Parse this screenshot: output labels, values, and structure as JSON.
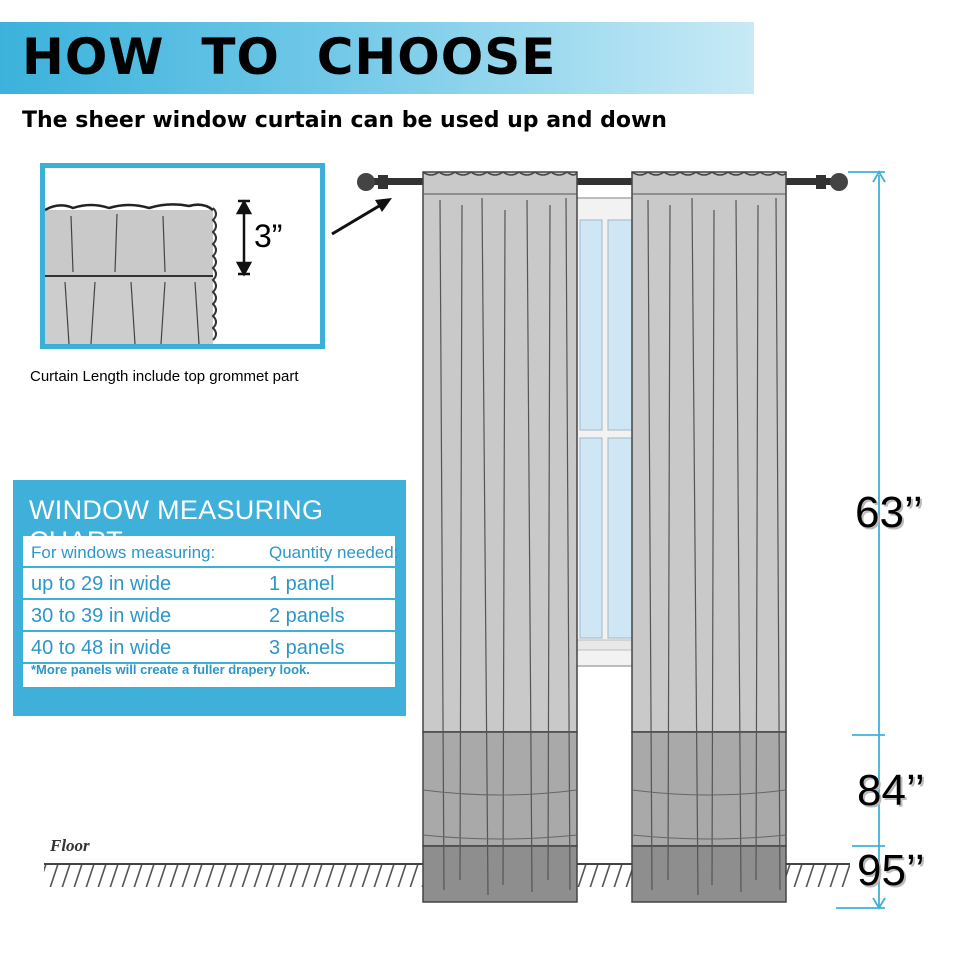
{
  "header": {
    "title": "HOW  TO  CHOOSE"
  },
  "subtitle": "The sheer window curtain can be used up and down",
  "inset": {
    "dimension_label": "3”",
    "caption": "Curtain Length include top grommet part"
  },
  "chart": {
    "title": "WINDOW MEASURING CHART",
    "header": {
      "left": "For windows measuring:",
      "right": "Quantity needed:"
    },
    "rows": [
      {
        "width": "up to 29 in wide",
        "quantity": "1 panel"
      },
      {
        "width": "30 to 39 in wide",
        "quantity": "2 panels"
      },
      {
        "width": "40 to 48 in wide",
        "quantity": "3 panels"
      }
    ],
    "note": "*More panels will create a fuller drapery look."
  },
  "floor_label": "Floor",
  "measurements": [
    "63’’",
    "84’’",
    "95’’"
  ],
  "colors": {
    "accent": "#3fb0da",
    "banner_start": "#3bb2dc",
    "banner_end": "#c8eaf6",
    "curtain_light": "#c9c9c9",
    "curtain_mid": "#a9a9a9",
    "curtain_dark": "#8e8e8e",
    "window_glass": "#cfe6f5"
  }
}
